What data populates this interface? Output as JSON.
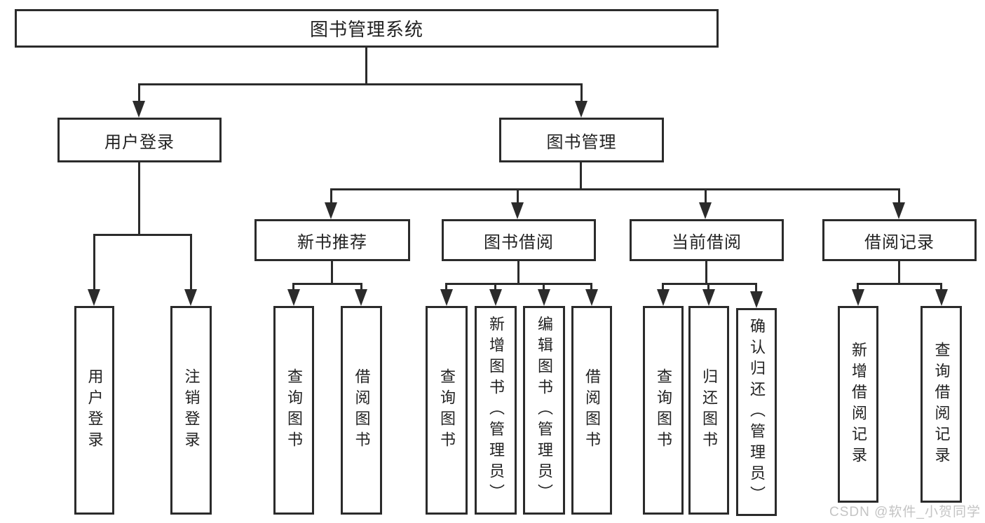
{
  "diagram": {
    "title": "图书管理系统",
    "root": "图书管理系统",
    "level2": {
      "login": "用户登录",
      "manage": "图书管理"
    },
    "level3": {
      "recommend": "新书推荐",
      "borrow": "图书借阅",
      "current": "当前借阅",
      "records": "借阅记录"
    },
    "leaves": {
      "login": [
        "用户登录",
        "注销登录"
      ],
      "recommend": [
        "查询图书",
        "借阅图书"
      ],
      "borrow": [
        "查询图书",
        "新增图书（管理员）",
        "编辑图书（管理员）",
        "借阅图书"
      ],
      "current": [
        "查询图书",
        "归还图书",
        "确认归还（管理员）"
      ],
      "records": [
        "新增借阅记录",
        "查询借阅记录"
      ]
    }
  },
  "watermark": "CSDN @软件_小贺同学",
  "colors": {
    "line": "#2b2b2b",
    "text": "#222222",
    "watermark": "#c4c4c4",
    "background": "#ffffff"
  }
}
